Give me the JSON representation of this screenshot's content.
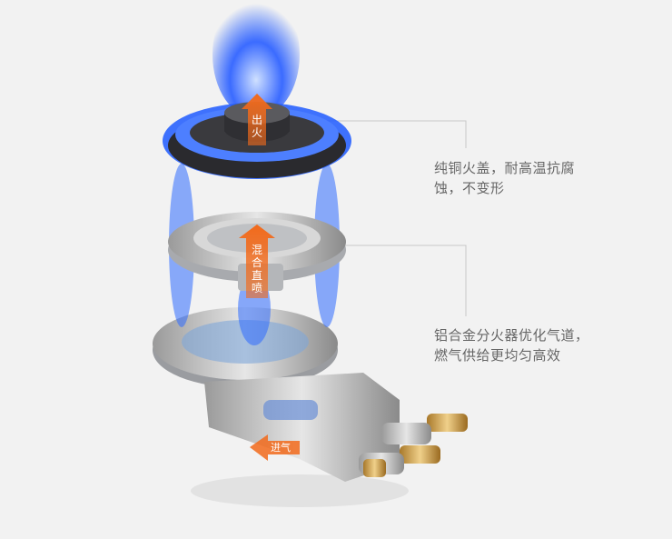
{
  "callouts": [
    {
      "line1": "纯铜火盖，耐高温抗腐",
      "line2": "蚀，不变形"
    },
    {
      "line1": "铝合金分火器优化气道，",
      "line2": "燃气供给更均匀高效"
    }
  ],
  "arrows": {
    "fire_out": "出火",
    "mix_spray": "混合直喷",
    "gas_in": "进气"
  },
  "colors": {
    "background": "#f2f2f2",
    "flame_blue": "#1f5bff",
    "arrow_orange": "#f26a1b",
    "leader_line": "#c8c8c8",
    "text": "#666666"
  }
}
